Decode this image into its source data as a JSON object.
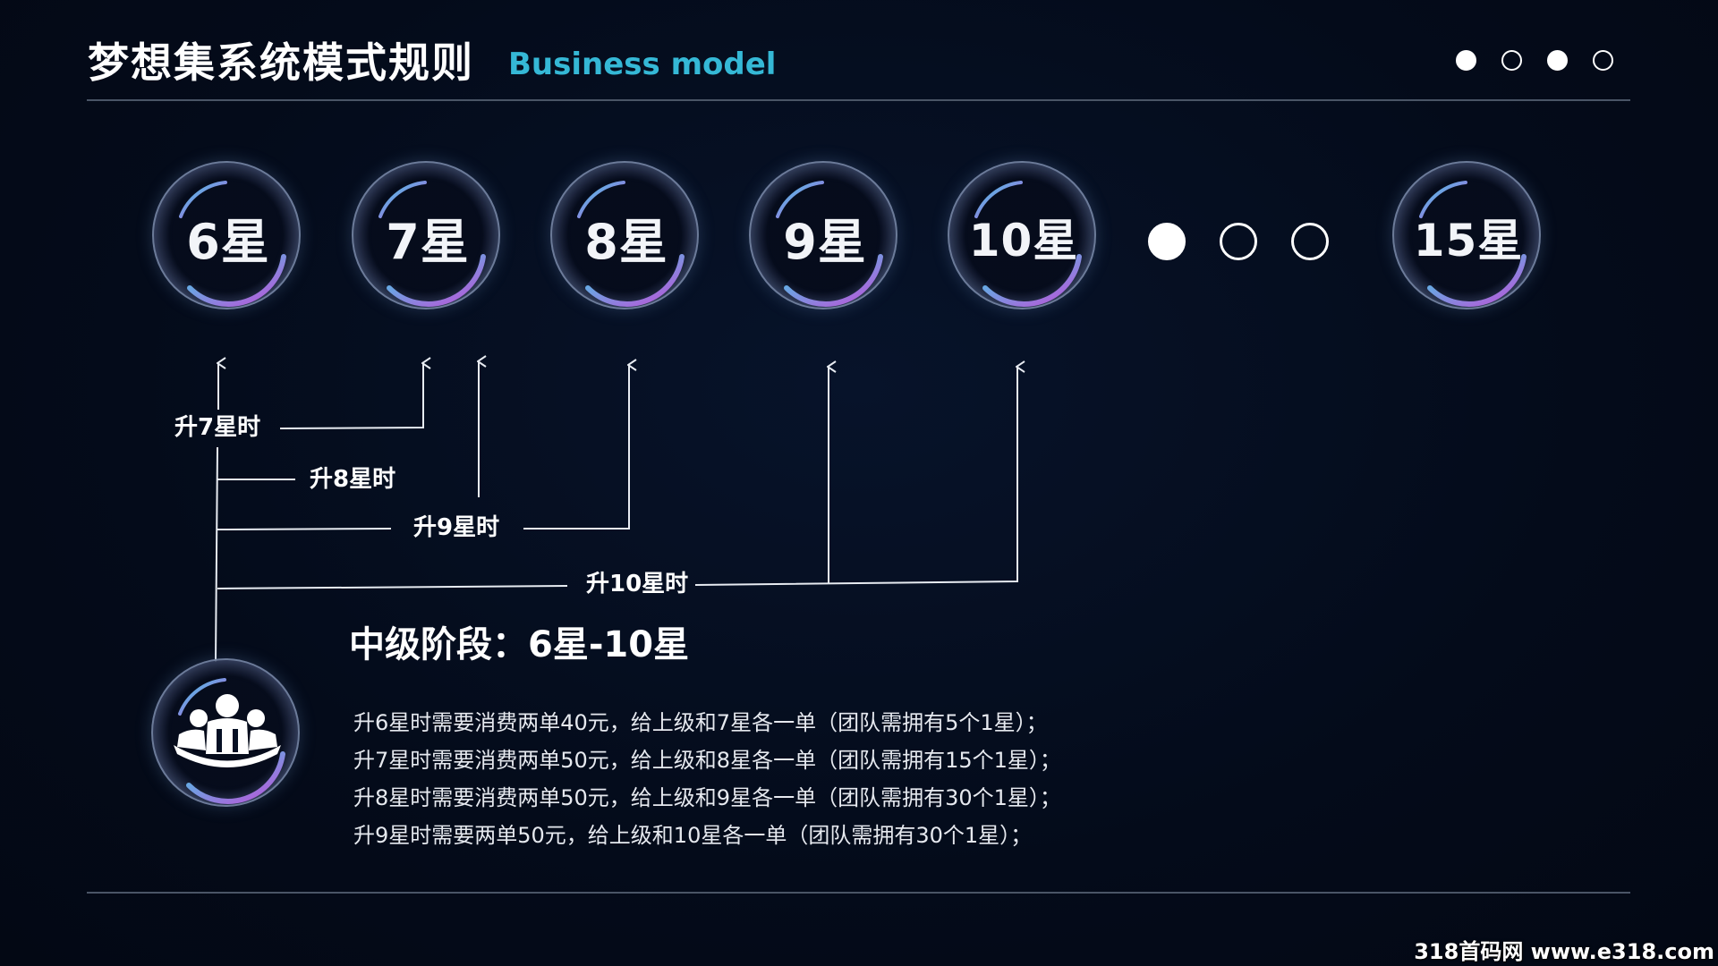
{
  "header": {
    "title": "梦想集系统模式规则",
    "subtitle": "Business model",
    "pager": [
      true,
      false,
      true,
      false
    ]
  },
  "stars": [
    {
      "label": "6星"
    },
    {
      "label": "7星"
    },
    {
      "label": "8星"
    },
    {
      "label": "9星"
    },
    {
      "label": "10星"
    },
    {
      "label": "15星"
    }
  ],
  "ellipsis_dots": [
    true,
    false,
    false
  ],
  "flow_labels": {
    "up7": "升7星时",
    "up8": "升8星时",
    "up9": "升9星时",
    "up10": "升10星时"
  },
  "stage": {
    "heading": "中级阶段：6星-10星",
    "rules": [
      "升6星时需要消费两单40元，给上级和7星各一单（团队需拥有5个1星）；",
      "升7星时需要消费两单50元，给上级和8星各一单（团队需拥有15个1星）；",
      "升8星时需要消费两单50元，给上级和9星各一单（团队需拥有30个1星）；",
      "升9星时需要两单50元，给上级和10星各一单（团队需拥有30个1星）；"
    ]
  },
  "watermark": "318首码网 www.e318.com",
  "colors": {
    "background": "#040b1a",
    "subtitle": "#35b8d6",
    "ring_cyan": "#3fd0e8",
    "ring_purple": "#c04fd8"
  },
  "icons": {
    "team": "team-icon"
  }
}
